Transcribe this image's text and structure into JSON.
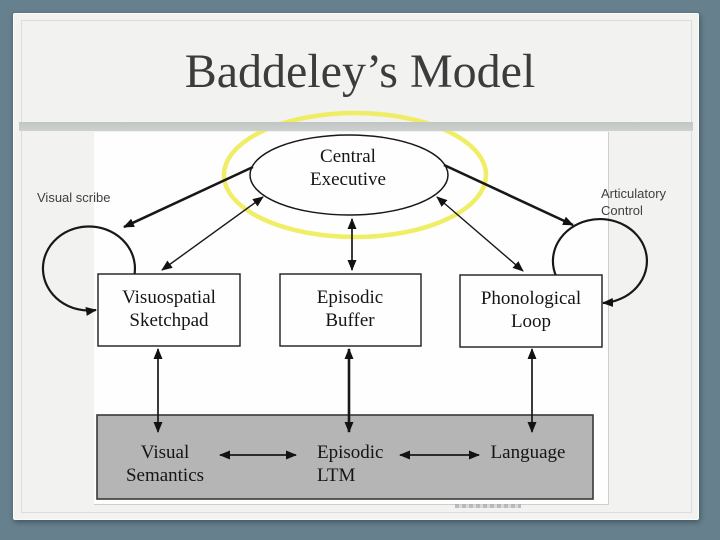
{
  "slide": {
    "title": "Baddeley’s Model"
  },
  "diagram": {
    "central_executive": {
      "lines": [
        "Central",
        "Executive"
      ]
    },
    "boxes": [
      {
        "id": "visuospatial-sketchpad",
        "lines": [
          "Visuospatial",
          "Sketchpad"
        ]
      },
      {
        "id": "episodic-buffer",
        "lines": [
          "Episodic",
          "Buffer"
        ]
      },
      {
        "id": "phonological-loop",
        "lines": [
          "Phonological",
          "Loop"
        ]
      }
    ],
    "ltm": {
      "items": [
        {
          "id": "visual-semantics",
          "lines": [
            "Visual",
            "Semantics"
          ]
        },
        {
          "id": "episodic-ltm",
          "lines": [
            "Episodic",
            "LTM"
          ]
        },
        {
          "id": "language",
          "lines": [
            "Language"
          ]
        }
      ]
    },
    "annotations": {
      "visual_scribe": "Visual scribe",
      "articulatory_control": [
        "Articulatory",
        "Control"
      ]
    }
  },
  "colors": {
    "canvas": "#66808e",
    "slide": "#f2f2f0",
    "panel": "#fefefe",
    "band": "#ccd0ce",
    "highlight": "#eeec55",
    "ltm_fill": "#b5b5b5",
    "ink": "#181818"
  }
}
